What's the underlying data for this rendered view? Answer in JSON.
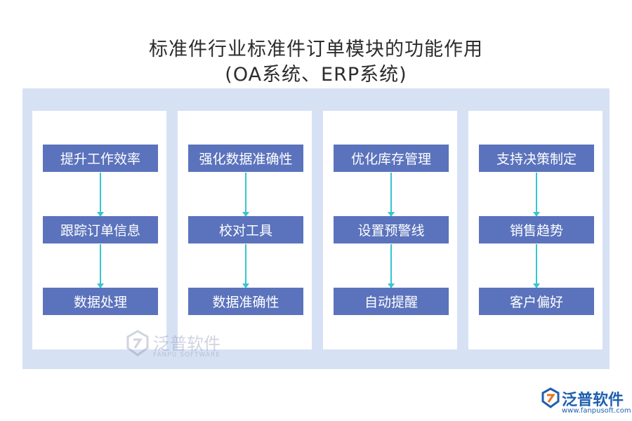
{
  "title": {
    "line1": "标准件行业标准件订单模块的功能作用",
    "line2": "(OA系统、ERP系统)"
  },
  "columns": [
    {
      "steps": [
        "提升工作效率",
        "跟踪订单信息",
        "数据处理"
      ]
    },
    {
      "steps": [
        "强化数据准确性",
        "校对工具",
        "数据准确性"
      ]
    },
    {
      "steps": [
        "优化库存管理",
        "设置预警线",
        "自动提醒"
      ]
    },
    {
      "steps": [
        "支持决策制定",
        "销售趋势",
        "客户偏好"
      ]
    }
  ],
  "watermark": {
    "name": "泛普软件",
    "sub": "FANPU SOFTWARE"
  },
  "logo": {
    "name": "泛普软件",
    "url": "www.fanpusoft.com"
  },
  "colors": {
    "box": "#5b73bc",
    "arrow": "#37c6cf",
    "panel": "#d7e1f4"
  }
}
